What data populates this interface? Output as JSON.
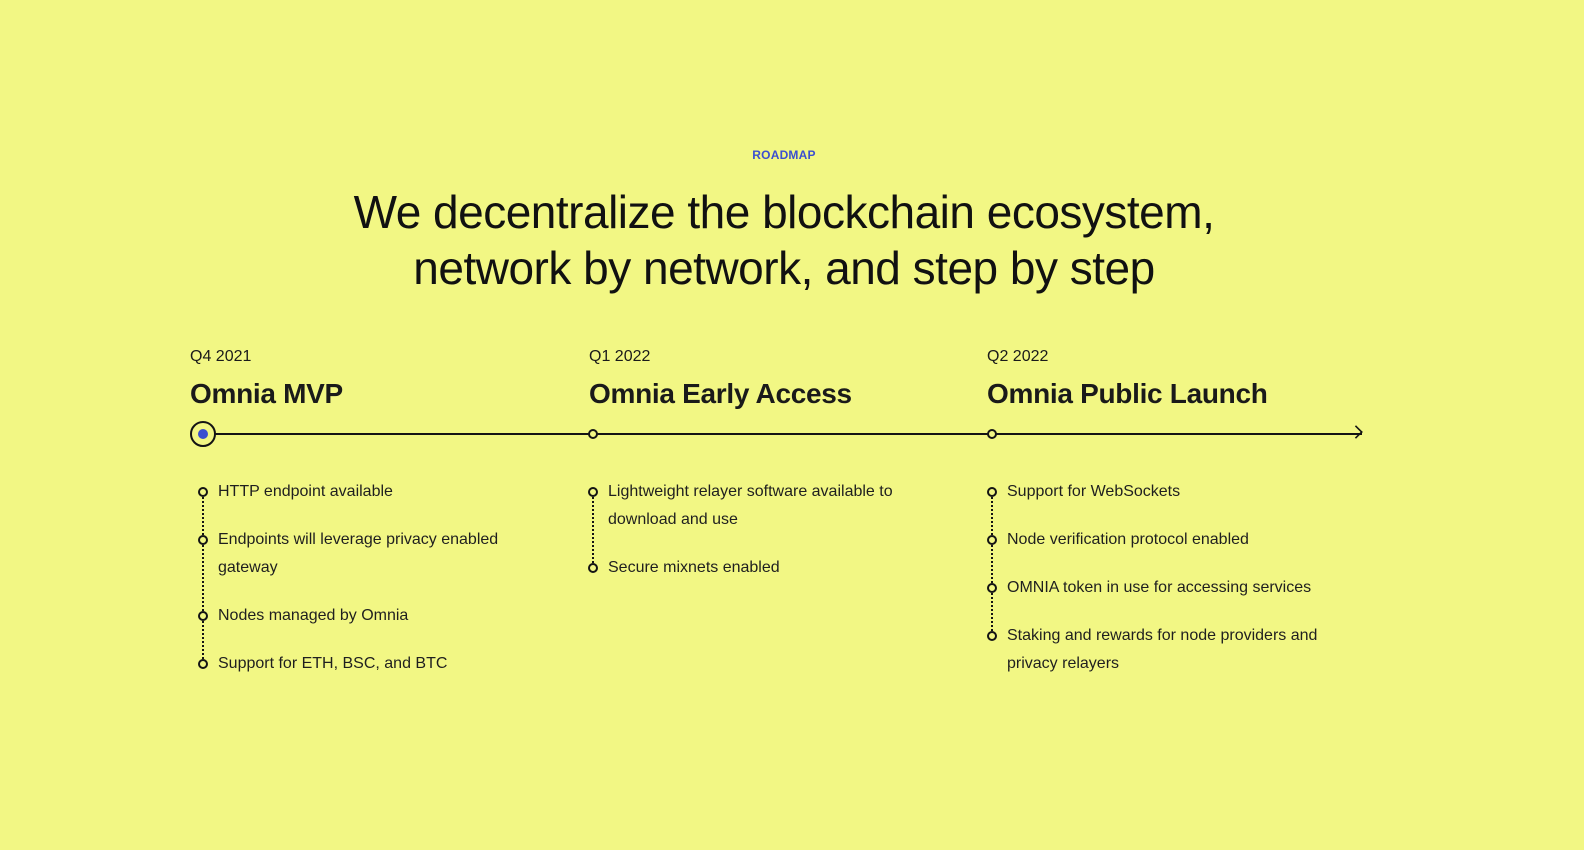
{
  "section": {
    "eyebrow": "ROADMAP",
    "headline_line1": "We decentralize the blockchain ecosystem,",
    "headline_line2": "network by network, and step by step"
  },
  "colors": {
    "background": "#f2f784",
    "accent": "#3b4fd0",
    "text": "#141414"
  },
  "timeline": {
    "phases": [
      {
        "quarter": "Q4 2021",
        "title": "Omnia MVP",
        "current": true,
        "items": [
          "HTTP endpoint available",
          "Endpoints will leverage privacy enabled gateway",
          "Nodes managed by Omnia",
          "Support for ETH, BSC, and BTC"
        ]
      },
      {
        "quarter": "Q1 2022",
        "title": "Omnia Early Access",
        "current": false,
        "items": [
          "Lightweight relayer software available to download and use",
          "Secure mixnets enabled"
        ]
      },
      {
        "quarter": "Q2 2022",
        "title": "Omnia Public Launch",
        "current": false,
        "items": [
          "Support for WebSockets",
          "Node verification protocol enabled",
          "OMNIA token in use for accessing services",
          "Staking and rewards for node providers and privacy relayers"
        ]
      }
    ]
  }
}
